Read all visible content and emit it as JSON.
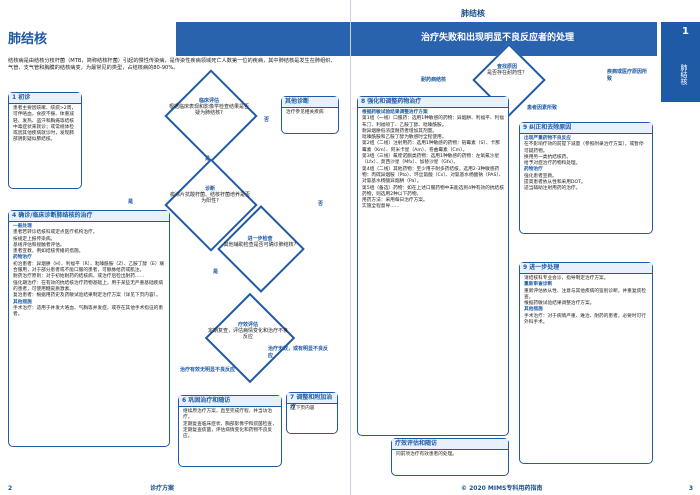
{
  "left": {
    "title": "肺结核",
    "intro": "结核病是由结核分枝杆菌（MTB，简称结核杆菌）引起的慢性传染病，是传染性疾病领域死亡人数第一位的疾病，其中肺结核是发生在肺组织、气管、支气管和胸膜的结核病变，为最常见的类型，占结核病的80-90%。",
    "footer_left": "2",
    "footer_text": "诊疗方案",
    "step1": {
      "num": "1",
      "title": "初诊",
      "body": "患者主要因咳嗽、咳痰>2周，可伴咯血，食欲不振、体重减轻、发热、盗汗和胸痛等结核中毒症状来就诊；或常规体检或因其他疾病就诊时，发现肺部阴影疑似肺结核。"
    },
    "step2": {
      "num": "2",
      "title": "临床评估",
      "body": "根据临床表现和影像学检查结果是否疑为肺结核?",
      "yes": "是",
      "no": "否"
    },
    "other": {
      "title": "其他诊断",
      "body": "治疗参见相关疾病"
    },
    "step3": {
      "num": "3",
      "title": "诊断",
      "body": "痰涂片抗酸杆菌、结核杆菌培养是否为阳性?",
      "yes": "是",
      "no": "否"
    },
    "further": {
      "title": "进一步检查",
      "body": "其他辅助检查是否可确诊肺结核?",
      "yes": "是",
      "no": "否"
    },
    "step4": {
      "num": "4",
      "title": "确诊/临床诊断肺结核的治疗",
      "sections": [
        {
          "h": "一般处理",
          "items": [
            "患者若转诊结核科或定点医疗机构治疗。",
            "按规定上报传染病。",
            "基线评估和接触者评估。",
            "患者宣教，例如结核传播的措施。"
          ]
        },
        {
          "h": "药物治疗",
          "items": [
            "初治患者：异烟肼（H）、利福平（R）、吡嗪酰胺（Z）、乙胺丁醇（E）联合服用，对于部分患者或不能口服的患者，可静脉给药或肌注。",
            "耐药治疗原则：对于初始耐药的结核病，或治疗后检出耐药……",
            "强化期治疗：在有效的抗结核治疗药物基础上，用于某些无严重基础疾病的患者，可使用糖皮质激素。",
            "复治患者：根据用药史及药敏试验结果制定治疗方案（详见下页内容）。"
          ]
        },
        {
          "h": "其他措施",
          "items": [
            "手术治疗：适用于并发大咯血、气胸等并发症，或存在其他手术指征的患者。"
          ]
        }
      ]
    },
    "step5": {
      "num": "5",
      "title": "疗效评估",
      "body": "定期复查，评估病情变化和治疗不良反应",
      "res1": "治疗有效无明显不良反应",
      "res2": "治疗无效，或有明显不良反应"
    },
    "step6": {
      "num": "6",
      "title": "巩固治疗和随访",
      "items": [
        "继续原治疗方案，直至完成疗程，并当访治疗。",
        "定期复查临床症状、胸部影像学和痰菌检查，定期复查痰菌，评估病情变化和药物不良反应。"
      ]
    },
    "step7": {
      "num": "7",
      "title": "调整和附加治疗",
      "body": "见下页内容"
    }
  },
  "right": {
    "header": "肺结核",
    "band": "治疗失败和出现明显不良反应者的处理",
    "tab_num": "1",
    "tab_text": "肺结核",
    "footer_text": "© 2020 MIMS专科用药指南",
    "footer_right": "3",
    "step7": {
      "num": "7",
      "title": "查找原因",
      "body": "是否存在耐药性？",
      "left": "耐药病结核",
      "right": "疾病或医疗原因所致"
    },
    "patient_factor": "患者因素所致",
    "step8": {
      "num": "8",
      "title": "强化和调整药物治疗",
      "subtitle": "根据药敏试验结果调整治疗方案",
      "items": [
        "第1组（一线）口服药：选用1种敏感的药物：异烟肼、利福平、利福布汀、利福喷丁、乙胺丁醇、吡嗪酰胺。",
        "耐异烟肼低浓度耐药者增加其剂量。",
        "吡嗪酰胺和乙胺丁醇为敏感时全程使用。",
        "第2组（二线）注射用药：选用1种敏感的药物：链霉素（S）、卡那霉素（Km）、阿米卡星（Am）、卷曲霉素（Cm）。",
        "第3组（三线）氟喹诺酮类药物：选用1种敏感的药物：左氧氟沙星（Lfx）、莫西沙星（Mfx）、加替沙星（Gfx）。",
        "第4组（二线）其他药物：至少用于耐多药结核，选用2-3种敏感药物：丙硫异烟胺（Pto）、环丝氨酸（Cs）、对氨基水杨酸钠（PAS）、对氨基水杨酸异烟肼（Pa）。",
        "第5组（备选）药物：如在上述口服药物中未能选到4种有效的抗结核药物，则选用2种以下药物。",
        "用药方法：采用每日治疗方案。",
        "实施全程督导……"
      ]
    },
    "step8b": {
      "title": "疗效评估和随访",
      "body": "同前项治疗有效患者的处理。"
    },
    "step9": {
      "num": "9",
      "title": "纠正和去除原因",
      "subtitle": "出现严重药物不良反应",
      "items": [
        "在不影响疗效的前提下减量（参照附录治疗方案），或暂停可疑药物。",
        "换用另一类抗结核药。",
        "给予对症治疗药物和处理。"
      ]
    },
    "step9b": {
      "title": "药物治疗",
      "items": [
        "强化患者宣教。",
        "提高患者依从性和采用DOT。",
        "适当辅助注射用药的治疗。"
      ]
    },
    "step10": {
      "num": "9",
      "title": "进一步处理",
      "body": "请结核科专业会诊，指导制定治疗方案。",
      "sub": "重新审查诊断",
      "items": [
        "重新评估依从性、注意与其他疾病的鉴别诊断，并重复痰检查。",
        "根据药敏试验结果调整治疗方案。"
      ],
      "sub2": "其他措施",
      "items2": [
        "手术治疗：对于病情严重、难治、耐药的患者，必要时可行外科手术。"
      ]
    }
  }
}
